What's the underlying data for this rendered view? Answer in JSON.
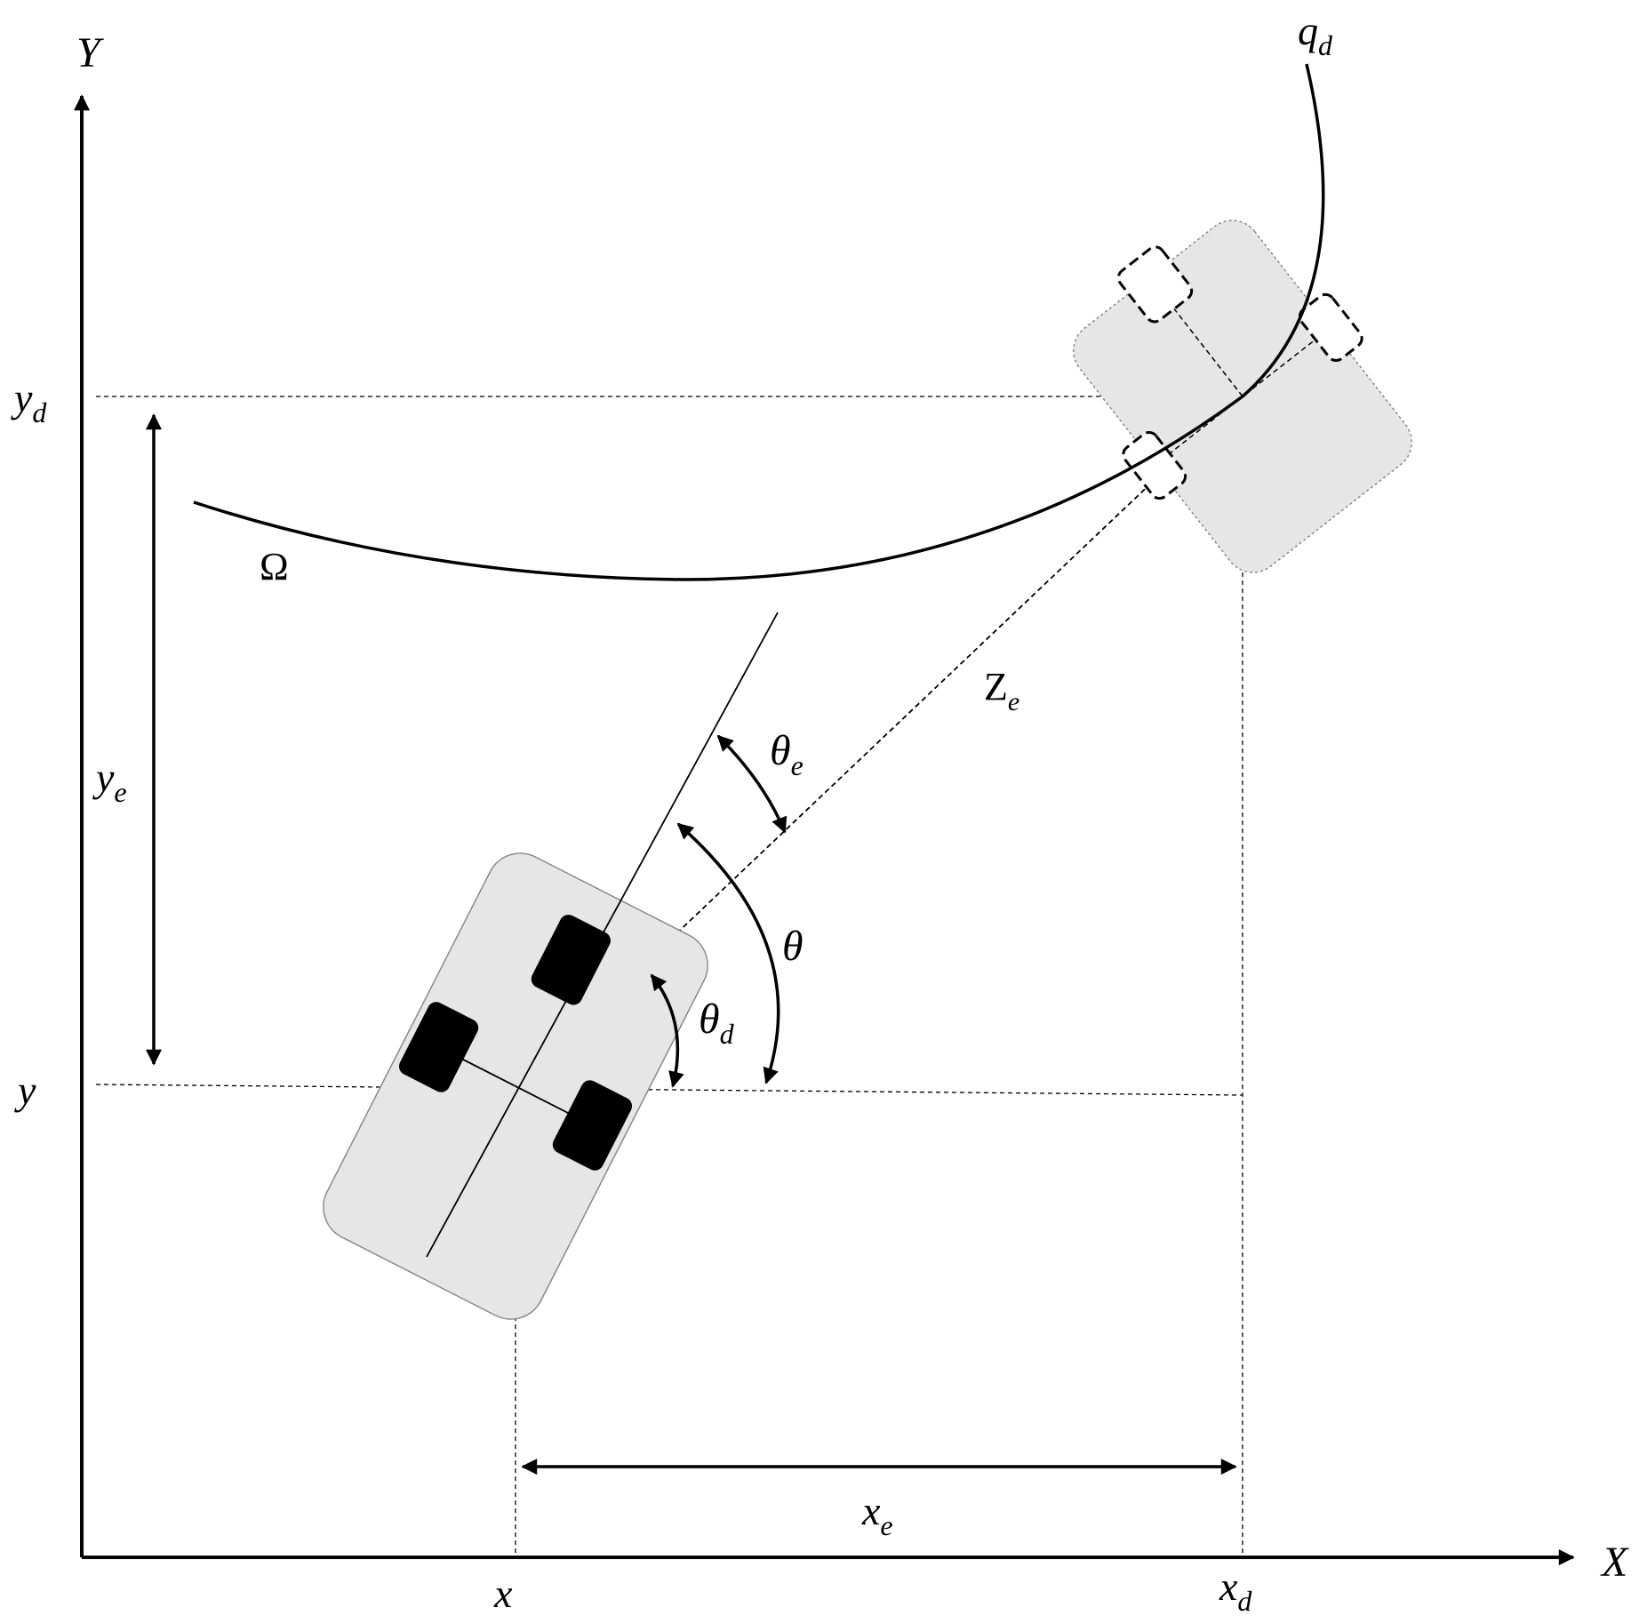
{
  "figure": {
    "axes": {
      "x_label": "X",
      "y_label": "Y"
    },
    "path_labels": {
      "reference_path": "Ω",
      "desired_pose": "q",
      "desired_pose_sub": "d"
    },
    "point_labels": {
      "x": "x",
      "y": "y",
      "x_d": "x",
      "x_d_sub": "d",
      "y_d": "y",
      "y_d_sub": "d"
    },
    "error_labels": {
      "x_e": "x",
      "x_e_sub": "e",
      "y_e": "y",
      "y_e_sub": "e",
      "z_e": "Z",
      "z_e_sub": "e"
    },
    "angle_labels": {
      "theta": "θ",
      "theta_e": "θ",
      "theta_e_sub": "e",
      "theta_d": "θ",
      "theta_d_sub": "d"
    },
    "colors": {
      "line": "#000000",
      "vehicle_body": "#e6e6e6",
      "vehicle_outline": "#8a8a8a",
      "wheel_actual": "#000000",
      "wheel_desired": "#ffffff"
    }
  }
}
